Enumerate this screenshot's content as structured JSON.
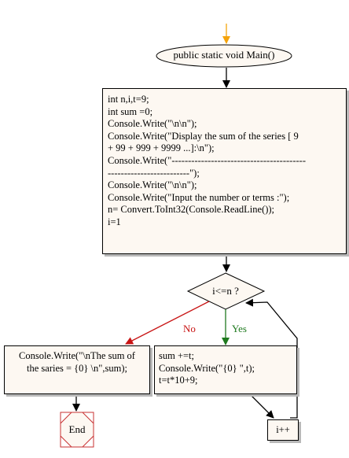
{
  "flowchart": {
    "start": {
      "label": "public static void Main()"
    },
    "init_block": {
      "lines": [
        "int n,i,t=9;",
        "int sum =0;",
        "Console.Write(\"\\n\\n\");",
        "Console.Write(\"Display the sum of the series [ 9 + 99 + 999 + 9999 ...]:\\n\");",
        "Console.Write(\"------------------------------------------------------------------\");",
        "Console.Write(\"\\n\\n\");",
        "Console.Write(\"Input the number or terms :\");",
        "n= Convert.ToInt32(Console.ReadLine());",
        "i=1"
      ]
    },
    "decision": {
      "label": "i<=n ?",
      "no_label": "No",
      "yes_label": "Yes"
    },
    "output_block": {
      "text": "Console.Write(\"\\nThe sum of the saries = {0} \\n\",sum);"
    },
    "loop_body": {
      "lines": [
        "sum +=t;",
        "Console.Write(\"{0}    \",t);",
        "t=t*10+9;"
      ]
    },
    "increment": {
      "label": "i++"
    },
    "end": {
      "label": "End"
    },
    "colors": {
      "start_arrow": "#f5a30a",
      "no_arrow": "#c81414",
      "yes_arrow": "#1f7a1f",
      "no_label": "#c81414",
      "yes_label": "#1f7a1f",
      "box_fill": "#fdf8f2",
      "end_border": "#c83232"
    }
  }
}
